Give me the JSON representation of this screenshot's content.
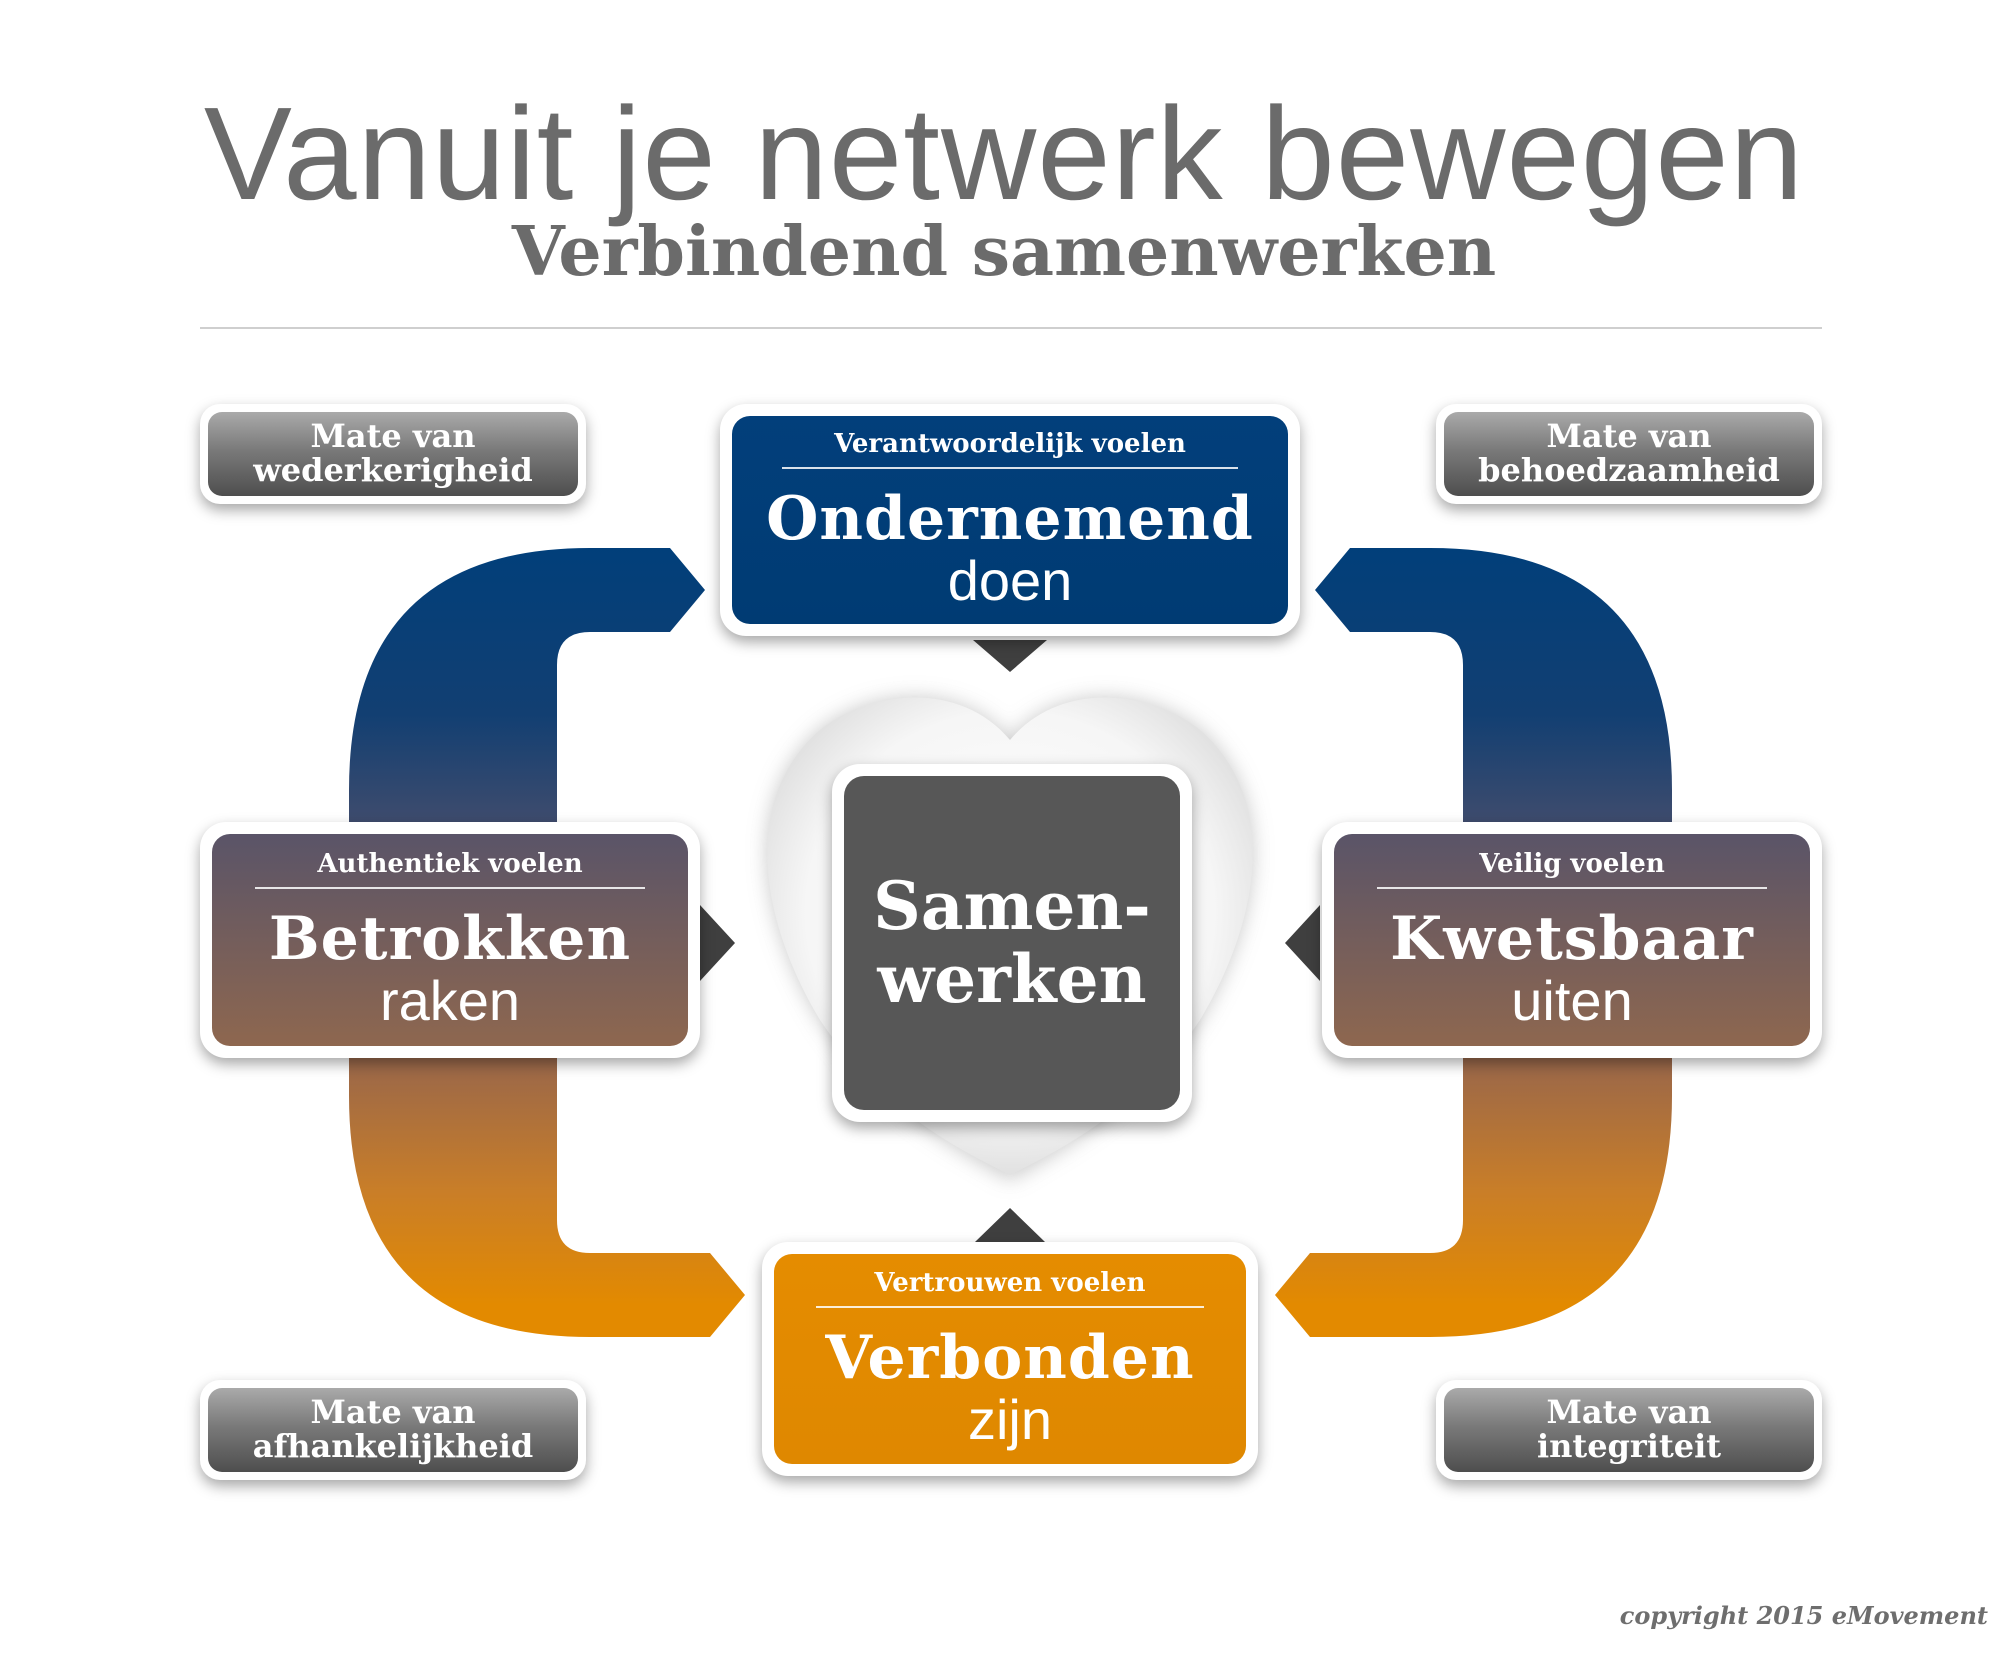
{
  "header": {
    "title": "Vanuit je netwerk bewegen",
    "subtitle": "Verbindend samenwerken"
  },
  "center": {
    "line1": "Samen-",
    "line2": "werken"
  },
  "cards": {
    "top": {
      "small": "Verantwoordelijk voelen",
      "big": "Ondernemend",
      "light": "doen"
    },
    "left": {
      "small": "Authentiek voelen",
      "big": "Betrokken",
      "light": "raken"
    },
    "right": {
      "small": "Veilig voelen",
      "big": "Kwetsbaar",
      "light": "uiten"
    },
    "bottom": {
      "small": "Vertrouwen voelen",
      "big": "Verbonden",
      "light": "zijn"
    }
  },
  "corners": {
    "top_left": {
      "line1": "Mate van",
      "line2": "wederkerigheid"
    },
    "top_right": {
      "line1": "Mate van",
      "line2": "behoedzaamheid"
    },
    "bottom_left": {
      "line1": "Mate van",
      "line2": "afhankelijkheid"
    },
    "bottom_right": {
      "line1": "Mate van",
      "line2": "integriteit"
    }
  },
  "colors": {
    "blue": "#003f7d",
    "orange": "#e38a00",
    "center": "#575757",
    "grey_label": "#777777"
  },
  "footer": {
    "copyright": "copyright 2015 eMovement"
  }
}
